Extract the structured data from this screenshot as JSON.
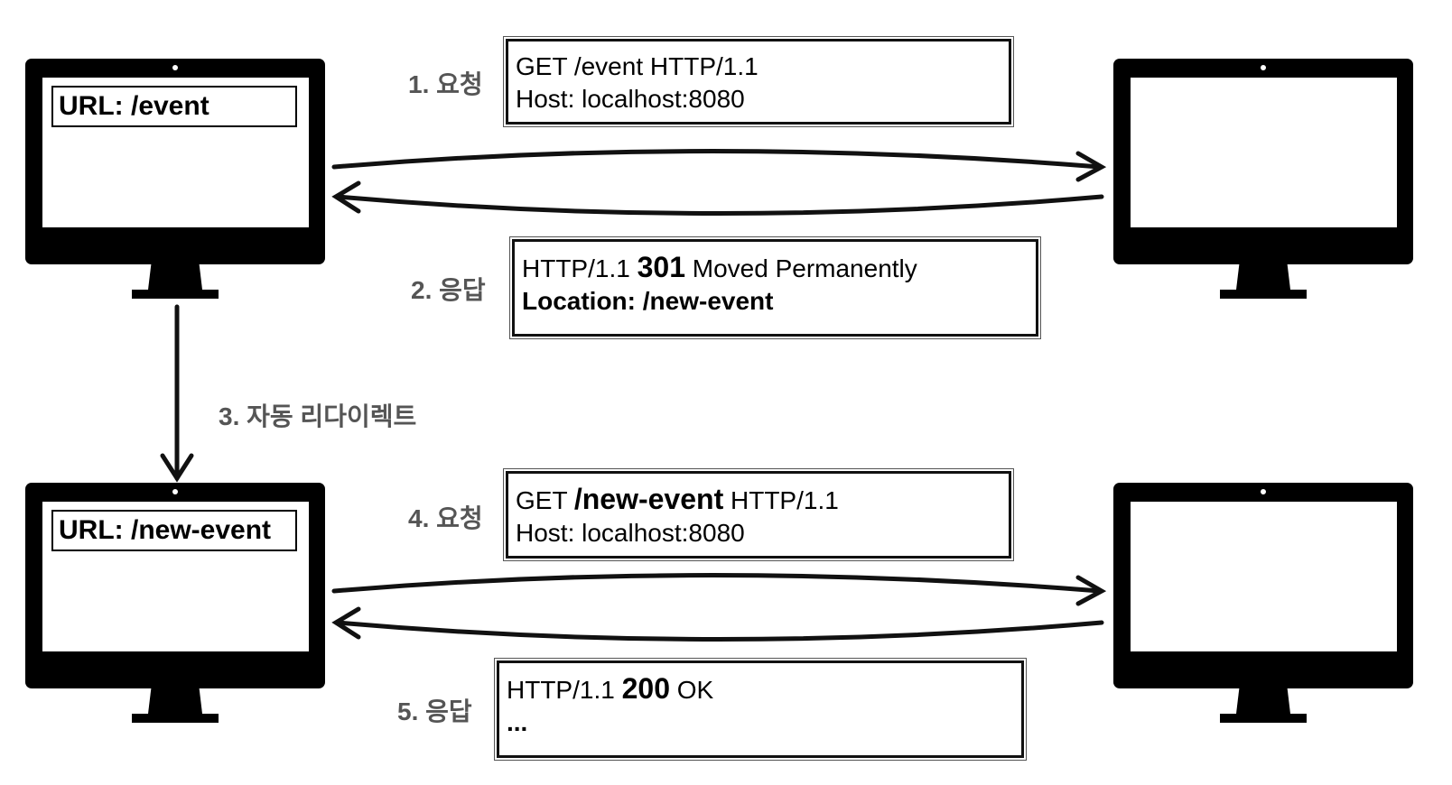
{
  "monitors": {
    "client_top": {
      "url": "URL: /event"
    },
    "client_bottom": {
      "url": "URL: /new-event"
    }
  },
  "steps": {
    "s1": "1. 요청",
    "s2": "2. 응답",
    "s3": "3. 자동 리다이렉트",
    "s4": "4. 요청",
    "s5": "5. 응답"
  },
  "messages": {
    "request1": {
      "line1": "GET /event HTTP/1.1",
      "line2": "Host: localhost:8080"
    },
    "response1": {
      "status_prefix": "HTTP/1.1 ",
      "status_code": "301",
      "status_text": " Moved Permanently",
      "location": "Location: /new-event"
    },
    "request2": {
      "method": "GET ",
      "path": "/new-event",
      "version": " HTTP/1.1",
      "line2": "Host: localhost:8080"
    },
    "response2": {
      "status_prefix": "HTTP/1.1 ",
      "status_code": "200",
      "status_text": " OK",
      "body": "..."
    }
  }
}
